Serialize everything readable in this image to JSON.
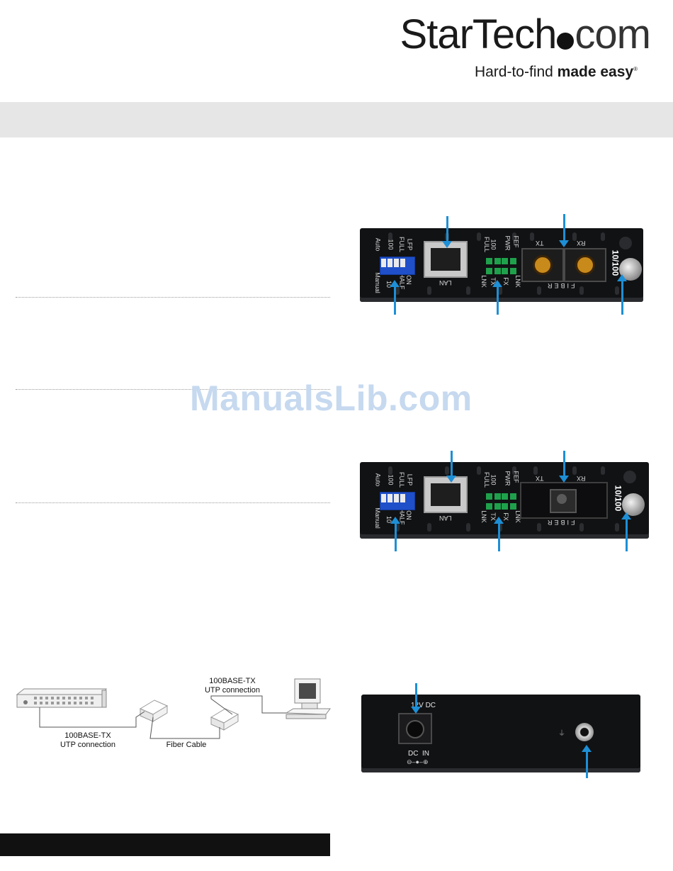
{
  "logo": {
    "brand_left": "StarTech",
    "brand_right": "com",
    "tagline_regular": "Hard-to-find ",
    "tagline_bold": "made easy",
    "tagline_mark": "®"
  },
  "watermark": "ManualsLib.com",
  "device1": {
    "switch_labels": [
      "Auto",
      "100",
      "FULL",
      "LFP",
      "10",
      "HALF",
      "ON",
      "Manual"
    ],
    "led_labels": [
      "FULL",
      "100",
      "PWR",
      "FEF",
      "LNK",
      "TX",
      "FX",
      "LNK"
    ],
    "lan_label": "LAN",
    "fiber_labels": [
      "TX",
      "RX",
      "FIBER"
    ],
    "speed_label": "10/100",
    "port_type": "ST"
  },
  "device2": {
    "switch_labels": [
      "Auto",
      "100",
      "FULL",
      "LFP",
      "10",
      "HALF",
      "ON",
      "Manual"
    ],
    "led_labels": [
      "FULL",
      "100",
      "PWR",
      "FEF",
      "LNK",
      "TX",
      "FX",
      "LNK"
    ],
    "lan_label": "LAN",
    "fiber_labels": [
      "TX",
      "RX",
      "FIBER"
    ],
    "speed_label": "10/100",
    "port_type": "SC"
  },
  "device3": {
    "power_label": "12V DC",
    "dc_label": "DC  IN"
  },
  "diagram": {
    "utp_top_line1": "100BASE-TX",
    "utp_top_line2": "UTP connection",
    "utp_bottom_line1": "100BASE-TX",
    "utp_bottom_line2": "UTP connection",
    "fiber": "Fiber Cable"
  }
}
